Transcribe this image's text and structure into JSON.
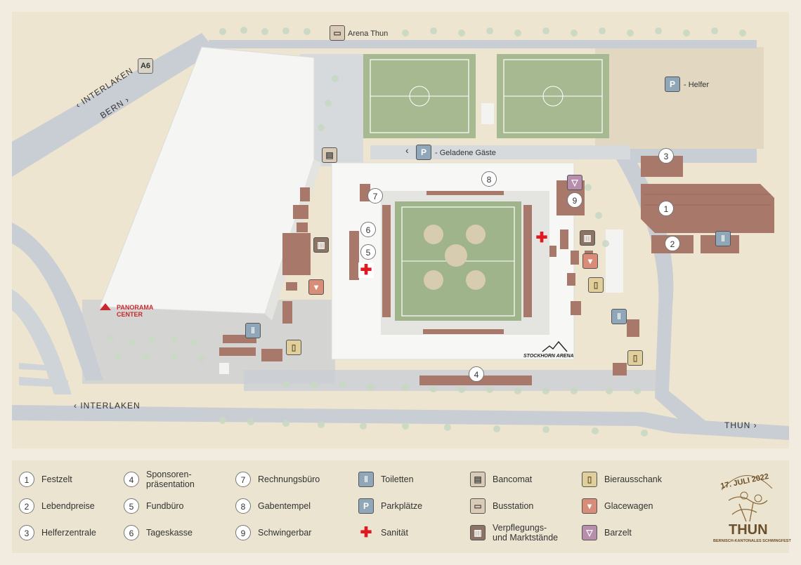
{
  "map": {
    "highway_sign": "A6",
    "dir_interlaken_top": "INTERLAKEN",
    "dir_bern": "BERN",
    "dir_interlaken_bottom": "INTERLAKEN",
    "dir_thun": "THUN",
    "bus_label": "Arena Thun",
    "parking_helfer": "- Helfer",
    "parking_gaeste": "- Geladene Gäste",
    "panorama_center": [
      "PANORAMA",
      "CENTER"
    ],
    "stockhorn_arena": "STOCKHORN ARENA",
    "parking_letter": "P",
    "markers": [
      "1",
      "2",
      "3",
      "4",
      "5",
      "6",
      "7",
      "8",
      "9"
    ]
  },
  "legend": {
    "numbers": [
      {
        "n": "1",
        "label": "Festzelt"
      },
      {
        "n": "2",
        "label": "Lebendpreise"
      },
      {
        "n": "3",
        "label": "Helferzentrale"
      },
      {
        "n": "4",
        "label": [
          "Sponsoren-",
          "präsentation"
        ]
      },
      {
        "n": "5",
        "label": "Fundbüro"
      },
      {
        "n": "6",
        "label": "Tageskasse"
      },
      {
        "n": "7",
        "label": "Rechnungsbüro"
      },
      {
        "n": "8",
        "label": "Gabentempel"
      },
      {
        "n": "9",
        "label": "Schwingerbar"
      }
    ],
    "icons": [
      {
        "icon": "toilet-icon",
        "label": "Toiletten"
      },
      {
        "icon": "parking-icon",
        "label": "Parkplätze"
      },
      {
        "icon": "medical-cross-icon",
        "label": "Sanität"
      },
      {
        "icon": "atm-icon",
        "label": "Bancomat"
      },
      {
        "icon": "bus-icon",
        "label": "Busstation"
      },
      {
        "icon": "food-stall-icon",
        "label": [
          "Verpflegungs-",
          "und Marktstände"
        ]
      },
      {
        "icon": "beer-icon",
        "label": "Bierausschank"
      },
      {
        "icon": "ice-cream-icon",
        "label": "Glacewagen"
      },
      {
        "icon": "cocktail-icon",
        "label": "Barzelt"
      }
    ]
  },
  "logo": {
    "date": "17. JULI 2022",
    "city": "THUN",
    "subtitle": "BERNISCH-KANTONALES SCHWINGFEST"
  },
  "colors": {
    "ground": "#ede5cf",
    "road": "#c9ced4",
    "field": "#9fb48a",
    "building": "#a8786a",
    "arena": "#f7f7f5",
    "accent_red": "#e0191e"
  }
}
